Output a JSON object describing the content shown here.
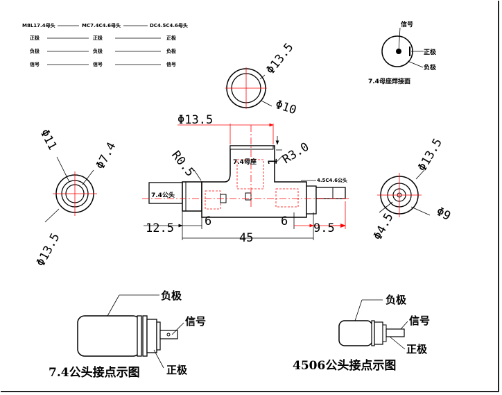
{
  "legend": {
    "headers": [
      "M8L17.4母头",
      "MC7.4C4.6母头",
      "DC4.5C4.6母头"
    ],
    "rows": [
      [
        "正极",
        "正极",
        "正极"
      ],
      [
        "负极",
        "负极",
        "负极"
      ],
      [
        "信号",
        "信号",
        "信号"
      ]
    ]
  },
  "socket_face": {
    "signal": "信号",
    "positive": "正极",
    "negative": "负极",
    "caption": "7.4母座焊接面"
  },
  "dims": {
    "top_outer": "Φ13.5",
    "top_inner": "Φ10",
    "left_d11": "Φ11",
    "left_d74": "Φ7.4",
    "left_d135": "Φ13.5",
    "body_d135": "Φ13.5",
    "r05": "R0.5",
    "r30": "R3.0",
    "one": "1",
    "l125": "12.5",
    "l6a": "6",
    "l6b": "6",
    "l95": "9.5",
    "l45": "45",
    "right_d135": "Φ13.5",
    "right_d45": "Φ4.5",
    "right_d9": "Φ9"
  },
  "body_labels": {
    "male_plug": "7.4公头",
    "socket": "7.4母座",
    "dc_plug": "4.5C4.6公头"
  },
  "bottom_left": {
    "negative": "负极",
    "signal": "信号",
    "positive": "正极",
    "caption": "7.4公头接点示图"
  },
  "bottom_right": {
    "negative": "负极",
    "signal": "信号",
    "positive": "正极",
    "caption": "4506公头接点示图"
  },
  "colors": {
    "line": "#000000",
    "centerline": "#ff0000",
    "dimension": "#ff0000"
  }
}
